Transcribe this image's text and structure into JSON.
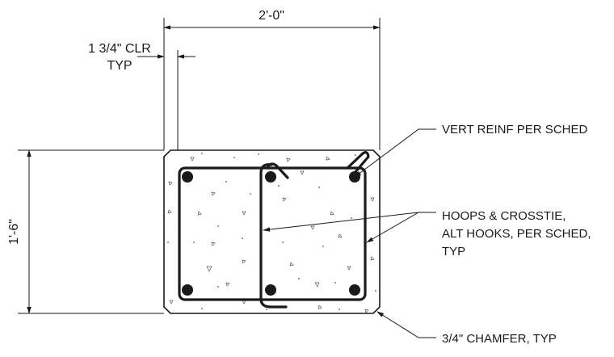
{
  "dimensions": {
    "width": "2'-0\"",
    "height": "1'-6\"",
    "clear_cover_line1": "1 3/4\" CLR",
    "clear_cover_line2": "TYP"
  },
  "notes": {
    "vert_reinf": "VERT REINF PER SCHED",
    "hoops_line1": "HOOPS & CROSSTIE,",
    "hoops_line2": "ALT HOOKS, PER SCHED,",
    "hoops_line3": "TYP",
    "chamfer": "3/4\" CHAMFER, TYP"
  },
  "colors": {
    "linework": "#1a1a1a",
    "background": "#ffffff"
  }
}
